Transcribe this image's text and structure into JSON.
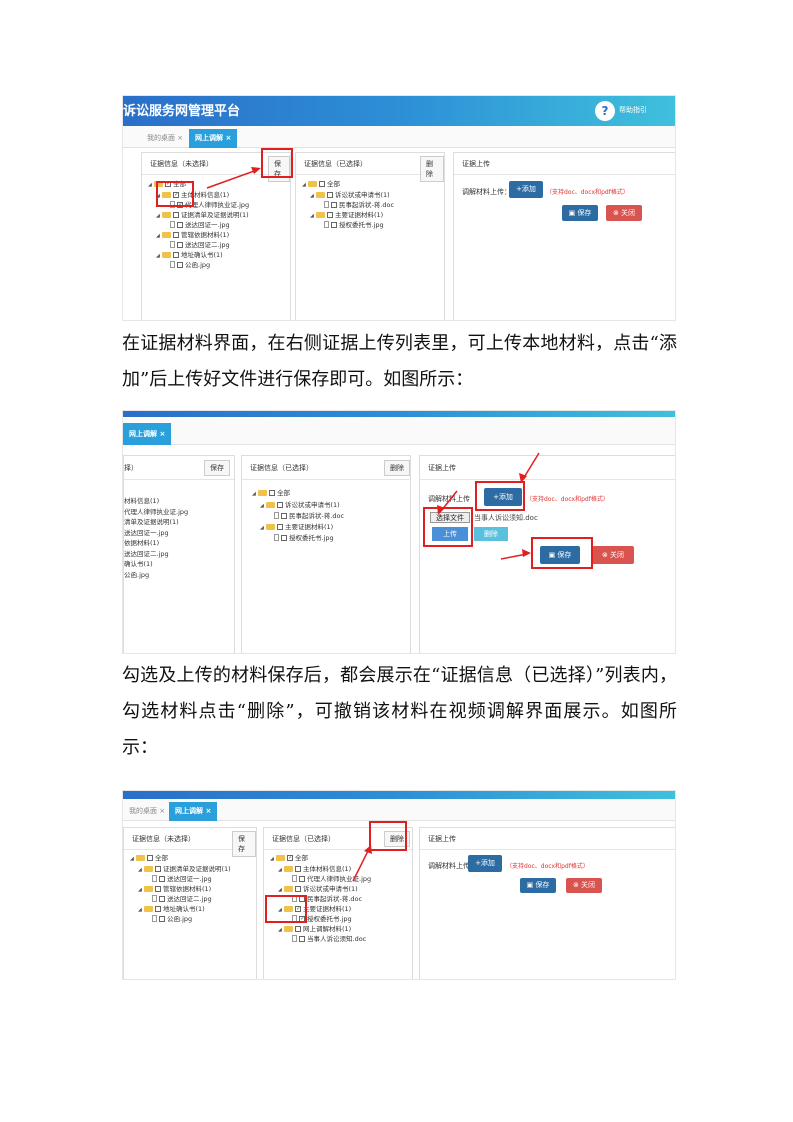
{
  "screenshot1": {
    "banner_title": "诉讼服务网管理平台",
    "help_icon": "?",
    "help_text": "帮助指引",
    "tabs": [
      {
        "label": "我的桌面",
        "close": "×"
      },
      {
        "label": "网上调解",
        "close": "×"
      }
    ],
    "left_panel": {
      "title": "证据信息（未选择）",
      "button": "保存",
      "tree": [
        "全部",
        "主体材料信息(1)",
        "代理人律师执业证.jpg",
        "证据清单及证据说明(1)",
        "送达回证一.jpg",
        "管辖依据材料(1)",
        "送达回证二.jpg",
        "地址确认书(1)",
        "公函.jpg"
      ]
    },
    "mid_panel": {
      "title": "证据信息（已选择）",
      "button": "删除",
      "tree": [
        "全部",
        "诉讼状或申请书(1)",
        "民事起诉状-蒋.doc",
        "主要证据材料(1)",
        "授权委托书.jpg"
      ]
    },
    "right_panel": {
      "title": "证据上传",
      "upload_label": "调解材料上传：",
      "add_button": "+添加",
      "hint": "（支持doc、docx和pdf格式）",
      "save_button": "保存",
      "close_button": "关闭"
    }
  },
  "paragraph1": "在证据材料界面，在右侧证据上传列表里，可上传本地材料，点击“添加”后上传好文件进行保存即可。如图所示：",
  "screenshot2": {
    "tab": {
      "label": "网上调解",
      "close": "×"
    },
    "left_panel": {
      "title": "择）",
      "button": "保存",
      "tree": [
        "材料信息(1)",
        "代理人律师执业证.jpg",
        "清单及证据说明(1)",
        "送达回证一.jpg",
        "依据材料(1)",
        "送达回证二.jpg",
        "确认书(1)",
        "公函.jpg"
      ]
    },
    "mid_panel": {
      "title": "证据信息（已选择）",
      "button": "删除",
      "tree": [
        "全部",
        "诉讼状或申请书(1)",
        "民事起诉状-蒋.doc",
        "主要证据材料(1)",
        "授权委托书.jpg"
      ]
    },
    "right_panel": {
      "title": "证据上传",
      "upload_label": "调解材料上传",
      "add_button": "+添加",
      "hint": "（支持doc、docx和pdf格式）",
      "choose_button": "选择文件",
      "chosen_file": "当事人诉讼须知.doc",
      "upload_button": "上传",
      "delete_button": "删除",
      "save_button": "保存",
      "close_button": "关闭"
    }
  },
  "paragraph2": "勾选及上传的材料保存后，都会展示在“证据信息（已选择）”列表内，勾选材料点击“删除”，可撤销该材料在视频调解界面展示。如图所示：",
  "screenshot3": {
    "tabs": [
      {
        "label": "我的桌面",
        "close": "×"
      },
      {
        "label": "网上调解",
        "close": "×"
      }
    ],
    "left_panel": {
      "title": "证据信息（未选择）",
      "button": "保存",
      "tree": [
        "全部",
        "证据清单及证据说明(1)",
        "送达回证一.jpg",
        "管辖依据材料(1)",
        "送达回证二.jpg",
        "地址确认书(1)",
        "公函.jpg"
      ]
    },
    "mid_panel": {
      "title": "证据信息（已选择）",
      "button": "删除",
      "tree": [
        "全部",
        "主体材料信息(1)",
        "代理人律师执业证.jpg",
        "诉讼状或申请书(1)",
        "民事起诉状-蒋.doc",
        "主要证据材料(1)",
        "授权委托书.jpg",
        "网上调解材料(1)",
        "当事人诉讼须知.doc"
      ]
    },
    "right_panel": {
      "title": "证据上传",
      "upload_label": "调解材料上传：",
      "add_button": "+添加",
      "hint": "（支持doc、docx和pdf格式）",
      "save_button": "保存",
      "close_button": "关闭"
    }
  },
  "colors": {
    "banner_start": "#2a6fc9",
    "banner_end": "#3fc0dc",
    "active_tab": "#29a0dc",
    "primary_button": "#2d6ca3",
    "danger_button": "#d9534f",
    "annotation_red": "#e02020",
    "hint_red": "#dd3333"
  }
}
